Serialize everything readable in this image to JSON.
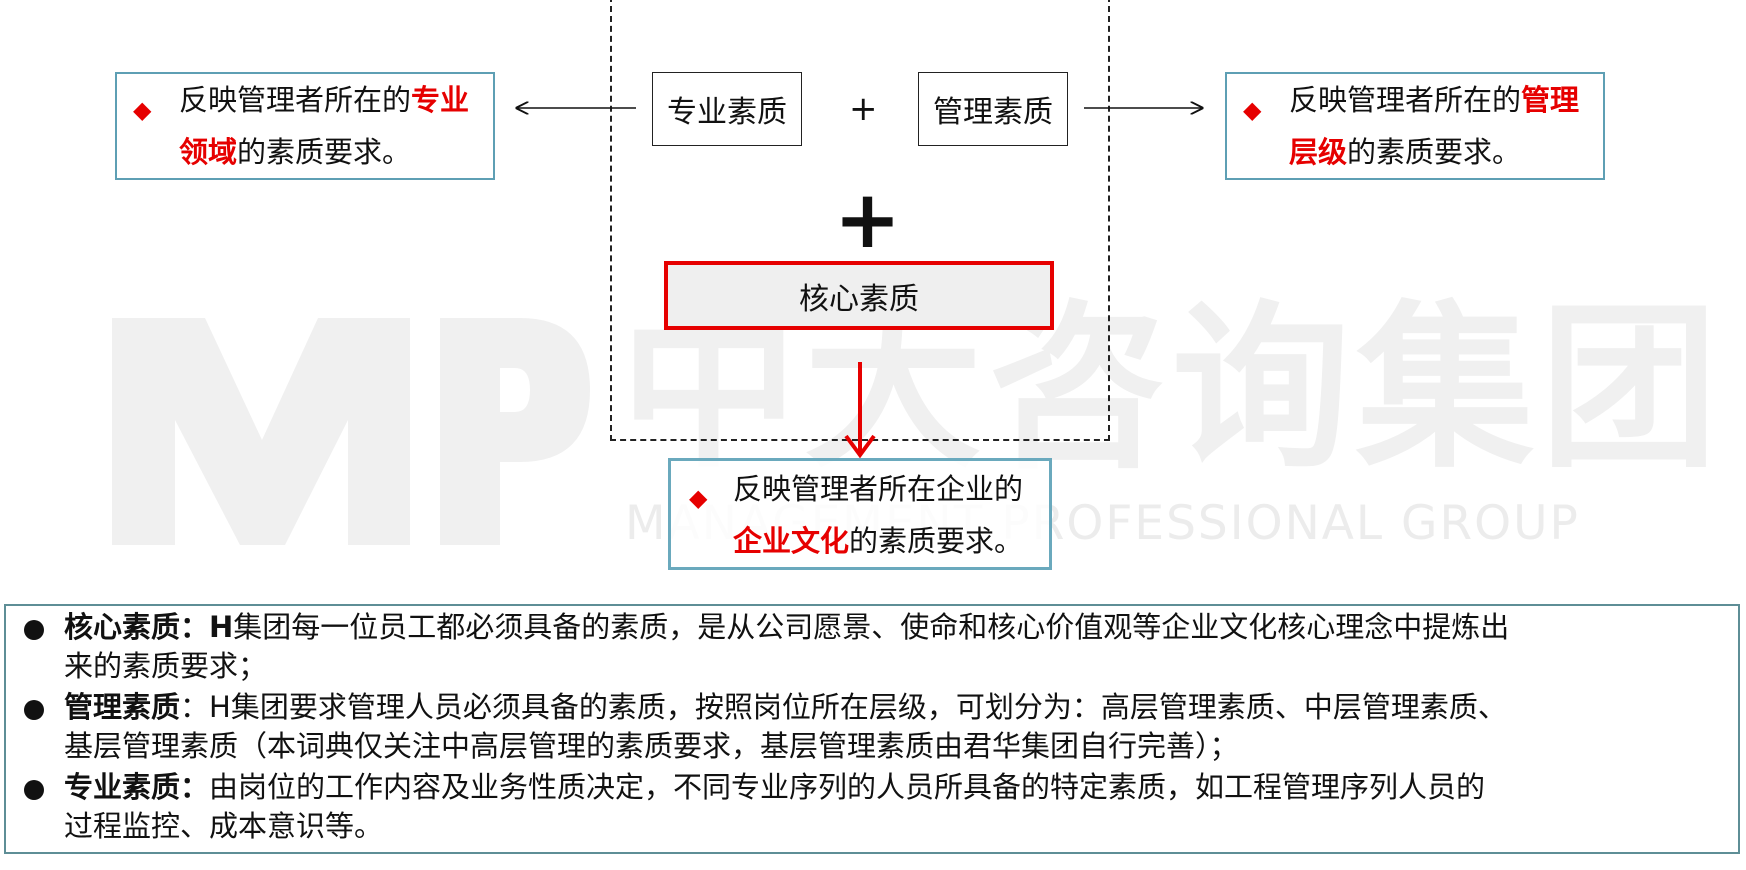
{
  "watermark": {
    "logo": "MP",
    "cn": "中大咨询集团",
    "en": "MANAGEMENT PROFESSIONAL GROUP"
  },
  "diagram": {
    "box_professional": "专业素质",
    "plus_small": "+",
    "box_management": "管理素质",
    "plus_big": "+",
    "box_core": "核心素质",
    "left_desc": {
      "line1_pre": "反映管理者所在的",
      "line1_hl": "专业",
      "line2_hl": "领域",
      "line2_post": "的素质要求。"
    },
    "right_desc": {
      "line1_pre": "反映管理者所在的",
      "line1_hl": "管理",
      "line2_hl": "层级",
      "line2_post": "的素质要求。"
    },
    "bottom_desc": {
      "line1": "反映管理者所在企业的",
      "line2_hl": "企业文化",
      "line2_post": "的素质要求。"
    },
    "diamond": "◆"
  },
  "notes": [
    {
      "term": "核心素质：",
      "lead": "H",
      "body": "集团每一位员工都必须具备的素质，是从公司愿景、使命和核心价值观等企业文化核心理念中提炼出",
      "body2": "来的素质要求；"
    },
    {
      "term": "管理素质",
      "lead": "",
      "body": "：H集团要求管理人员必须具备的素质，按照岗位所在层级，可划分为：高层管理素质、中层管理素质、",
      "body2": "基层管理素质（本词典仅关注中高层管理的素质要求，基层管理素质由君华集团自行完善）；"
    },
    {
      "term": "专业素质：",
      "lead": "",
      "body": "由岗位的工作内容及业务性质决定，不同专业序列的人员所具备的特定素质，如工程管理序列人员的",
      "body2": "过程监控、成本意识等。"
    }
  ],
  "colors": {
    "highlight": "#e60000",
    "desc_border": "#5e9fb4",
    "notes_border": "#5e8e96",
    "core_fill": "#efefef"
  }
}
